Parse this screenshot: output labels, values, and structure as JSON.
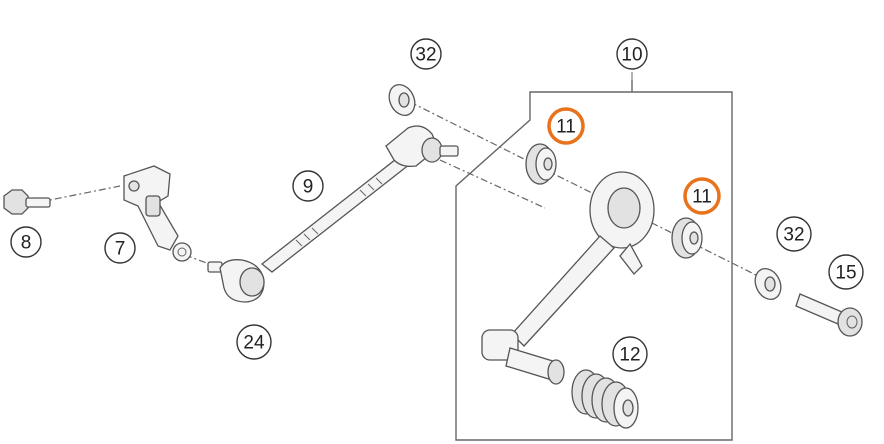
{
  "highlight_color": "#e8731c",
  "callouts": [
    {
      "label": "32"
    },
    {
      "label": "10"
    },
    {
      "label": "11",
      "highlighted": true
    },
    {
      "label": "11",
      "highlighted": true
    },
    {
      "label": "9"
    },
    {
      "label": "8"
    },
    {
      "label": "7"
    },
    {
      "label": "24"
    },
    {
      "label": "32"
    },
    {
      "label": "15"
    },
    {
      "label": "12"
    }
  ]
}
